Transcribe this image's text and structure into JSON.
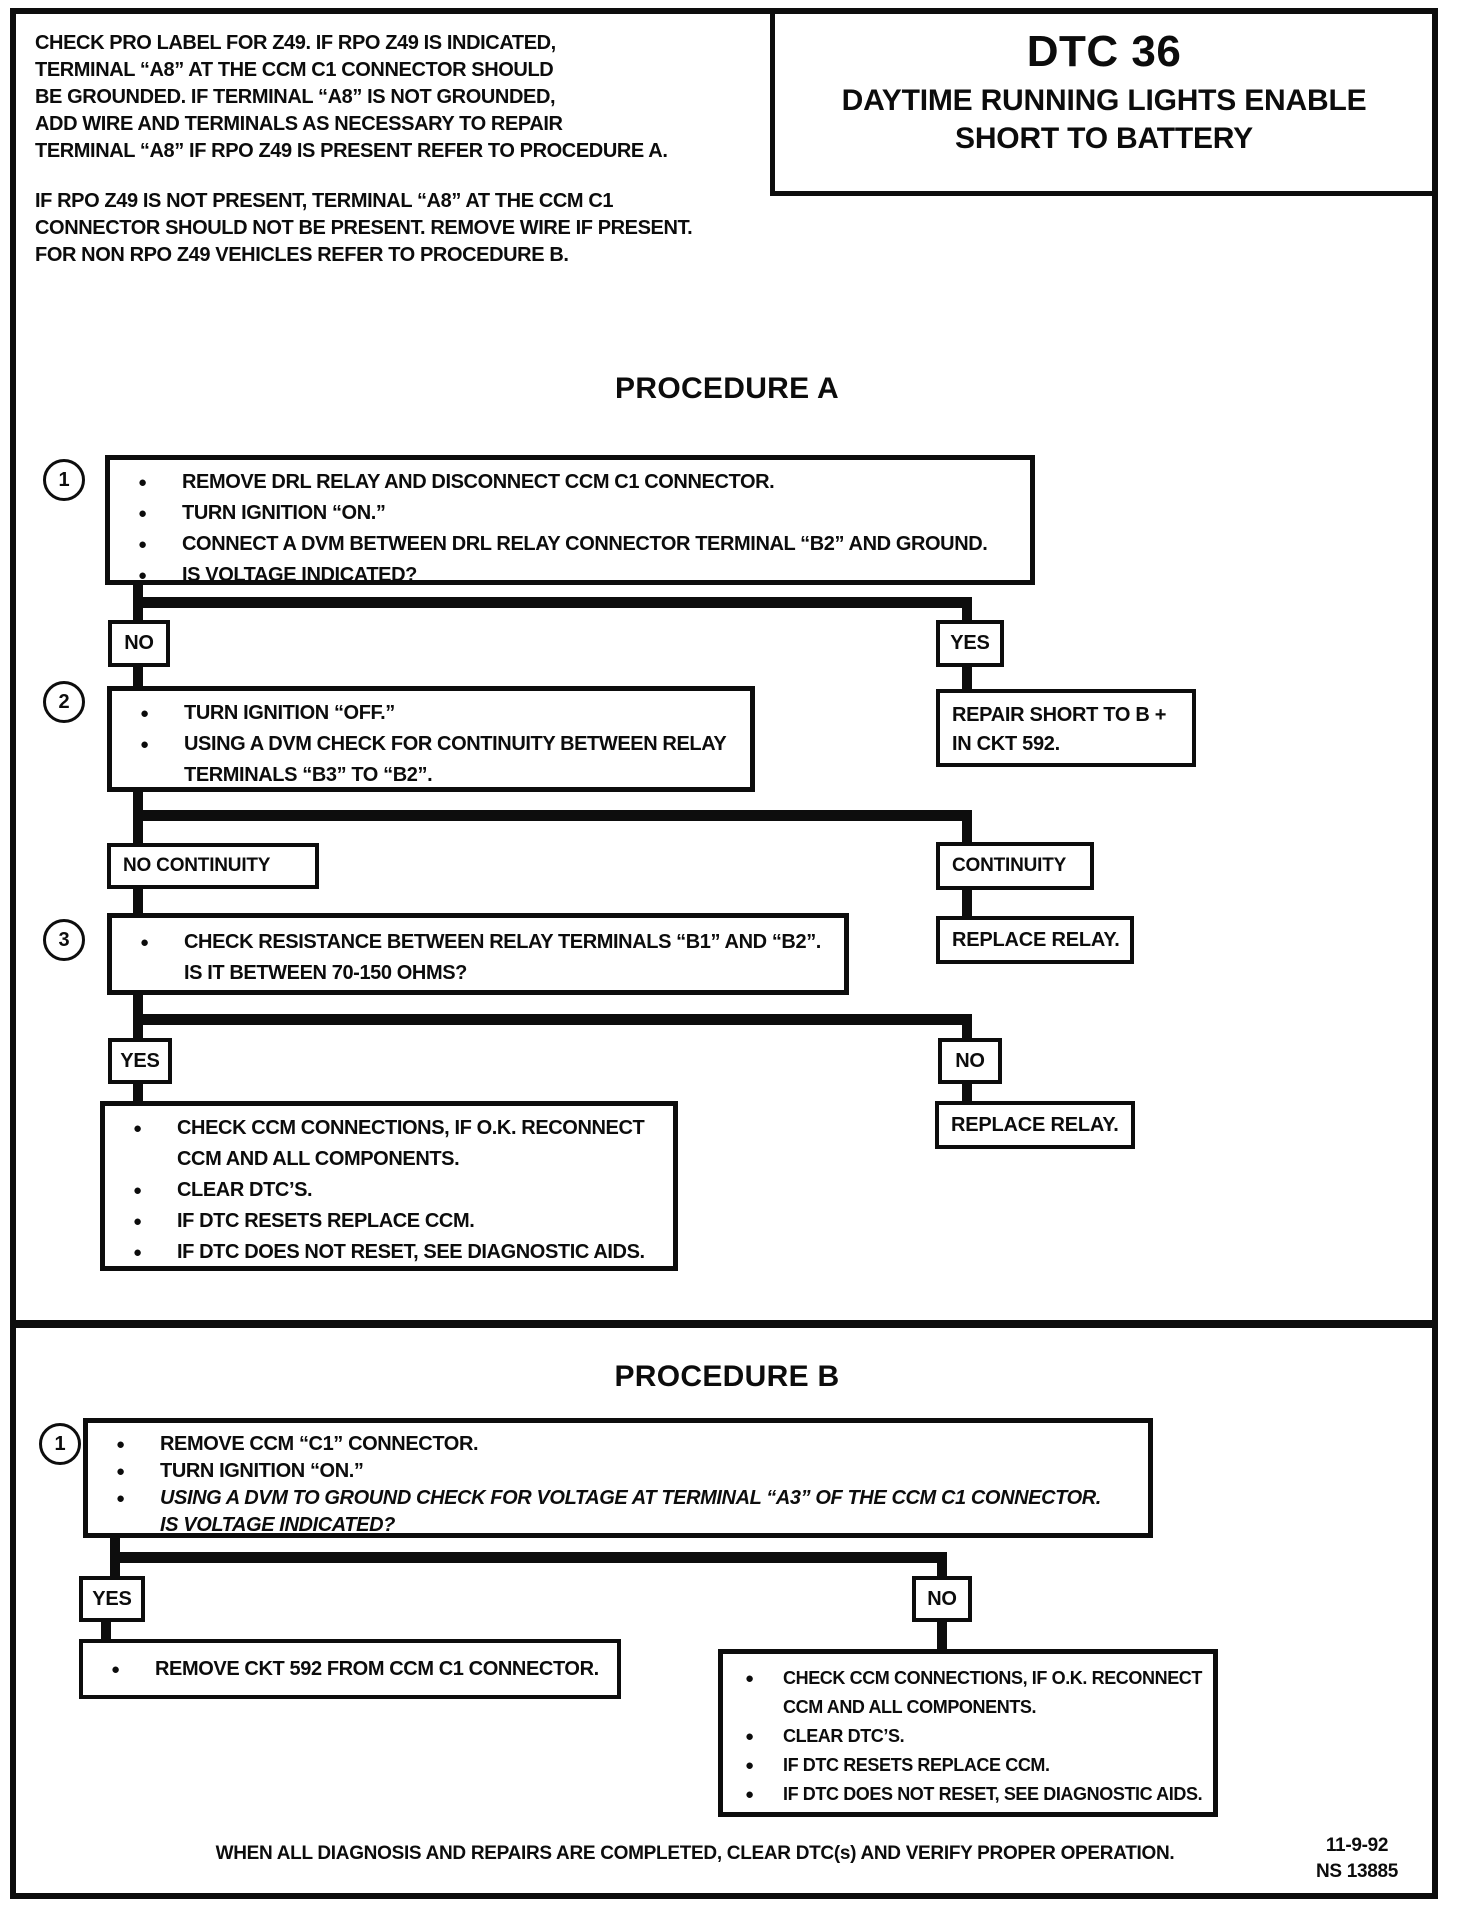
{
  "icons": {
    "bullet": "●"
  },
  "header": {
    "intro_paragraph_1": "CHECK PRO LABEL FOR Z49.  IF RPO Z49 IS INDICATED,\nTERMINAL “A8” AT THE CCM C1 CONNECTOR SHOULD\nBE GROUNDED.  IF TERMINAL “A8” IS NOT GROUNDED,\nADD WIRE AND TERMINALS AS NECESSARY TO REPAIR\nTERMINAL “A8”  IF RPO Z49 IS PRESENT REFER TO PROCEDURE A.",
    "intro_paragraph_2": "IF RPO Z49 IS NOT PRESENT, TERMINAL “A8” AT THE CCM C1\nCONNECTOR SHOULD NOT BE PRESENT.  REMOVE WIRE IF PRESENT.\nFOR NON RPO  Z49 VEHICLES REFER TO PROCEDURE B.",
    "dtc_code": "DTC 36",
    "dtc_title": "DAYTIME RUNNING LIGHTS ENABLE\nSHORT TO BATTERY"
  },
  "procedure_a": {
    "heading": "PROCEDURE A",
    "step1": {
      "number": "1",
      "bullet1": "REMOVE DRL RELAY AND DISCONNECT CCM C1 CONNECTOR.",
      "bullet2": "TURN IGNITION “ON.”",
      "bullet3": "CONNECT A DVM BETWEEN DRL RELAY CONNECTOR TERMINAL “B2” AND GROUND.",
      "bullet4": "IS VOLTAGE INDICATED?"
    },
    "branch1": {
      "no": "NO",
      "yes": "YES"
    },
    "step2": {
      "number": "2",
      "bullet1": "TURN IGNITION “OFF.”",
      "bullet2": "USING A DVM CHECK FOR CONTINUITY BETWEEN RELAY",
      "bullet2_cont": "TERMINALS “B3” TO “B2”."
    },
    "repair_short_result": "REPAIR SHORT TO B +\nIN CKT 592.",
    "branch2": {
      "no": "NO CONTINUITY",
      "yes": "CONTINUITY"
    },
    "replace_relay_result_1": "REPLACE RELAY.",
    "step3": {
      "number": "3",
      "bullet1": "CHECK RESISTANCE BETWEEN RELAY TERMINALS “B1” AND “B2”.",
      "bullet1_cont": "IS IT BETWEEN 70-150 OHMS?"
    },
    "branch3": {
      "yes": "YES",
      "no": "NO"
    },
    "replace_relay_result_2": "REPLACE RELAY.",
    "check_ccm_result": {
      "line1": "CHECK CCM CONNECTIONS, IF O.K. RECONNECT",
      "line1_cont": "CCM AND ALL COMPONENTS.",
      "line2": "CLEAR DTC’S.",
      "line3": "IF DTC RESETS REPLACE CCM.",
      "line4": "IF DTC DOES NOT RESET, SEE DIAGNOSTIC AIDS."
    }
  },
  "procedure_b": {
    "heading": "PROCEDURE B",
    "step1": {
      "number": "1",
      "bullet1": "REMOVE CCM “C1” CONNECTOR.",
      "bullet2": "TURN IGNITION “ON.”",
      "bullet3": "USING A DVM TO GROUND CHECK FOR VOLTAGE AT TERMINAL “A3” OF THE CCM C1 CONNECTOR.",
      "bullet3_cont": "IS VOLTAGE INDICATED?"
    },
    "branch1": {
      "yes": "YES",
      "no": "NO"
    },
    "remove_ckt_result": "REMOVE CKT 592 FROM CCM C1 CONNECTOR.",
    "check_ccm_result": {
      "line1": "CHECK CCM CONNECTIONS, IF O.K. RECONNECT",
      "line1_cont": "CCM AND ALL COMPONENTS.",
      "line2": "CLEAR DTC’S.",
      "line3": "IF DTC RESETS REPLACE CCM.",
      "line4": "IF DTC DOES NOT RESET, SEE DIAGNOSTIC AIDS."
    }
  },
  "footer": {
    "note": "WHEN ALL DIAGNOSIS AND REPAIRS ARE COMPLETED, CLEAR DTC(s) AND VERIFY PROPER OPERATION.",
    "date": "11-9-92",
    "code": "NS 13885"
  }
}
